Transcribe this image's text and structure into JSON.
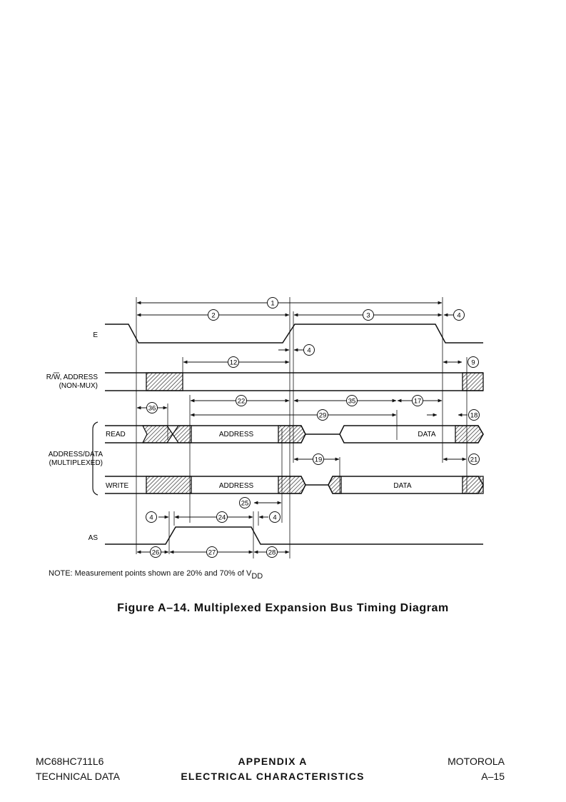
{
  "signals": {
    "e": "E",
    "rw_address_line1": "R/W, ADDRESS",
    "rw_address_line2": "(NON-MUX)",
    "address_data_line1": "ADDRESS/DATA",
    "address_data_line2": "(MULTIPLEXED)",
    "read": "READ",
    "write": "WRITE",
    "as": "AS"
  },
  "bus_labels": {
    "read_address": "ADDRESS",
    "read_data": "DATA",
    "write_address": "ADDRESS",
    "write_data": "DATA"
  },
  "timing_params": [
    "1",
    "2",
    "3",
    "4",
    "4",
    "9",
    "12",
    "22",
    "35",
    "17",
    "29",
    "36",
    "18",
    "19",
    "21",
    "25",
    "4",
    "24",
    "4",
    "26",
    "27",
    "28"
  ],
  "note": {
    "text": "NOTE: Measurement points shown are 20% and 70% of V",
    "subscript": "DD"
  },
  "caption": "Figure A–14. Multiplexed Expansion Bus Timing Diagram",
  "footer": {
    "left_line1": "MC68HC711L6",
    "left_line2": "TECHNICAL DATA",
    "center_line1": "APPENDIX  A",
    "center_line2": "ELECTRICAL  CHARACTERISTICS",
    "right_line1": "MOTOROLA",
    "right_line2": "A–15"
  }
}
